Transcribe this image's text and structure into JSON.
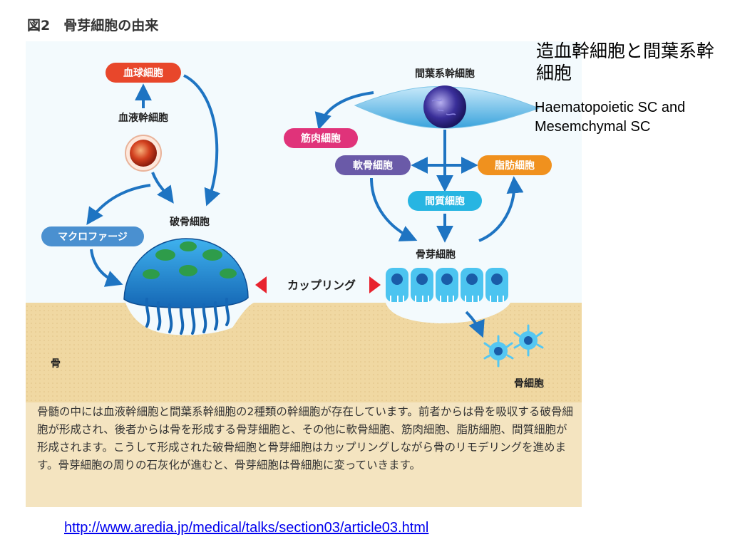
{
  "figure": {
    "title": "図2　骨芽細胞の由来",
    "labels": {
      "blood_cell": "血球細胞",
      "hsc": "血液幹細胞",
      "osteoclast": "破骨細胞",
      "macrophage": "マクロファージ",
      "msc": "間葉系幹細胞",
      "muscle": "筋肉細胞",
      "cartilage": "軟骨細胞",
      "fat": "脂肪細胞",
      "stromal": "間質細胞",
      "osteoblast": "骨芽細胞",
      "coupling": "カップリング",
      "bone": "骨",
      "osteocyte": "骨細胞"
    },
    "caption": "骨髄の中には血液幹細胞と間葉系幹細胞の2種類の幹細胞が存在しています。前者からは骨を吸収する破骨細胞が形成され、後者からは骨を形成する骨芽細胞と、その他に軟骨細胞、筋肉細胞、脂肪細胞、間質細胞が形成されます。こうして形成された破骨細胞と骨芽細胞はカップリングしながら骨のリモデリングを進めます。骨芽細胞の周りの石灰化が進むと、骨芽細胞は骨細胞に変っていきます。"
  },
  "side": {
    "title": "造血幹細胞と間葉系幹細胞",
    "subtitle": "Haematopoietic SC and Mesemchymal SC"
  },
  "source": {
    "url": "http://www.aredia.jp/medical/talks/section03/article03.html"
  },
  "colors": {
    "panel_bg": "#f3fafd",
    "bone": "#f0d8a2",
    "arrow": "#1e74c2",
    "coupling": "#e8232e",
    "blood_pill": "#e8472b",
    "muscle_pill": "#e0337a",
    "cartilage_pill": "#6a5aa8",
    "fat_pill": "#f0911e",
    "stromal_pill": "#27b5e2",
    "macrophage_pill": "#4a90d0"
  }
}
